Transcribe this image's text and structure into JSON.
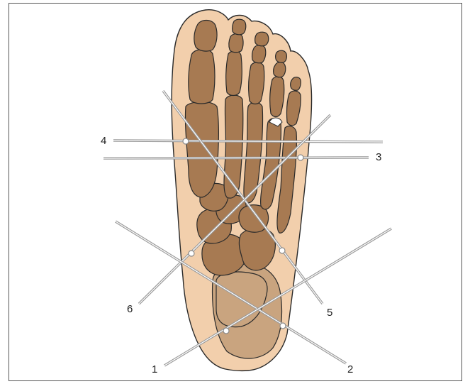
{
  "figure": {
    "colors": {
      "skin": "#f2cfac",
      "bone_dark": "#a77a52",
      "bone_light": "#c9a47f",
      "outline": "#2a2a2a",
      "line": "#999999",
      "frame": "#555555"
    },
    "labels": {
      "l1": "1",
      "l2": "2",
      "l3": "3",
      "l4": "4",
      "l5": "5",
      "l6": "6"
    }
  }
}
